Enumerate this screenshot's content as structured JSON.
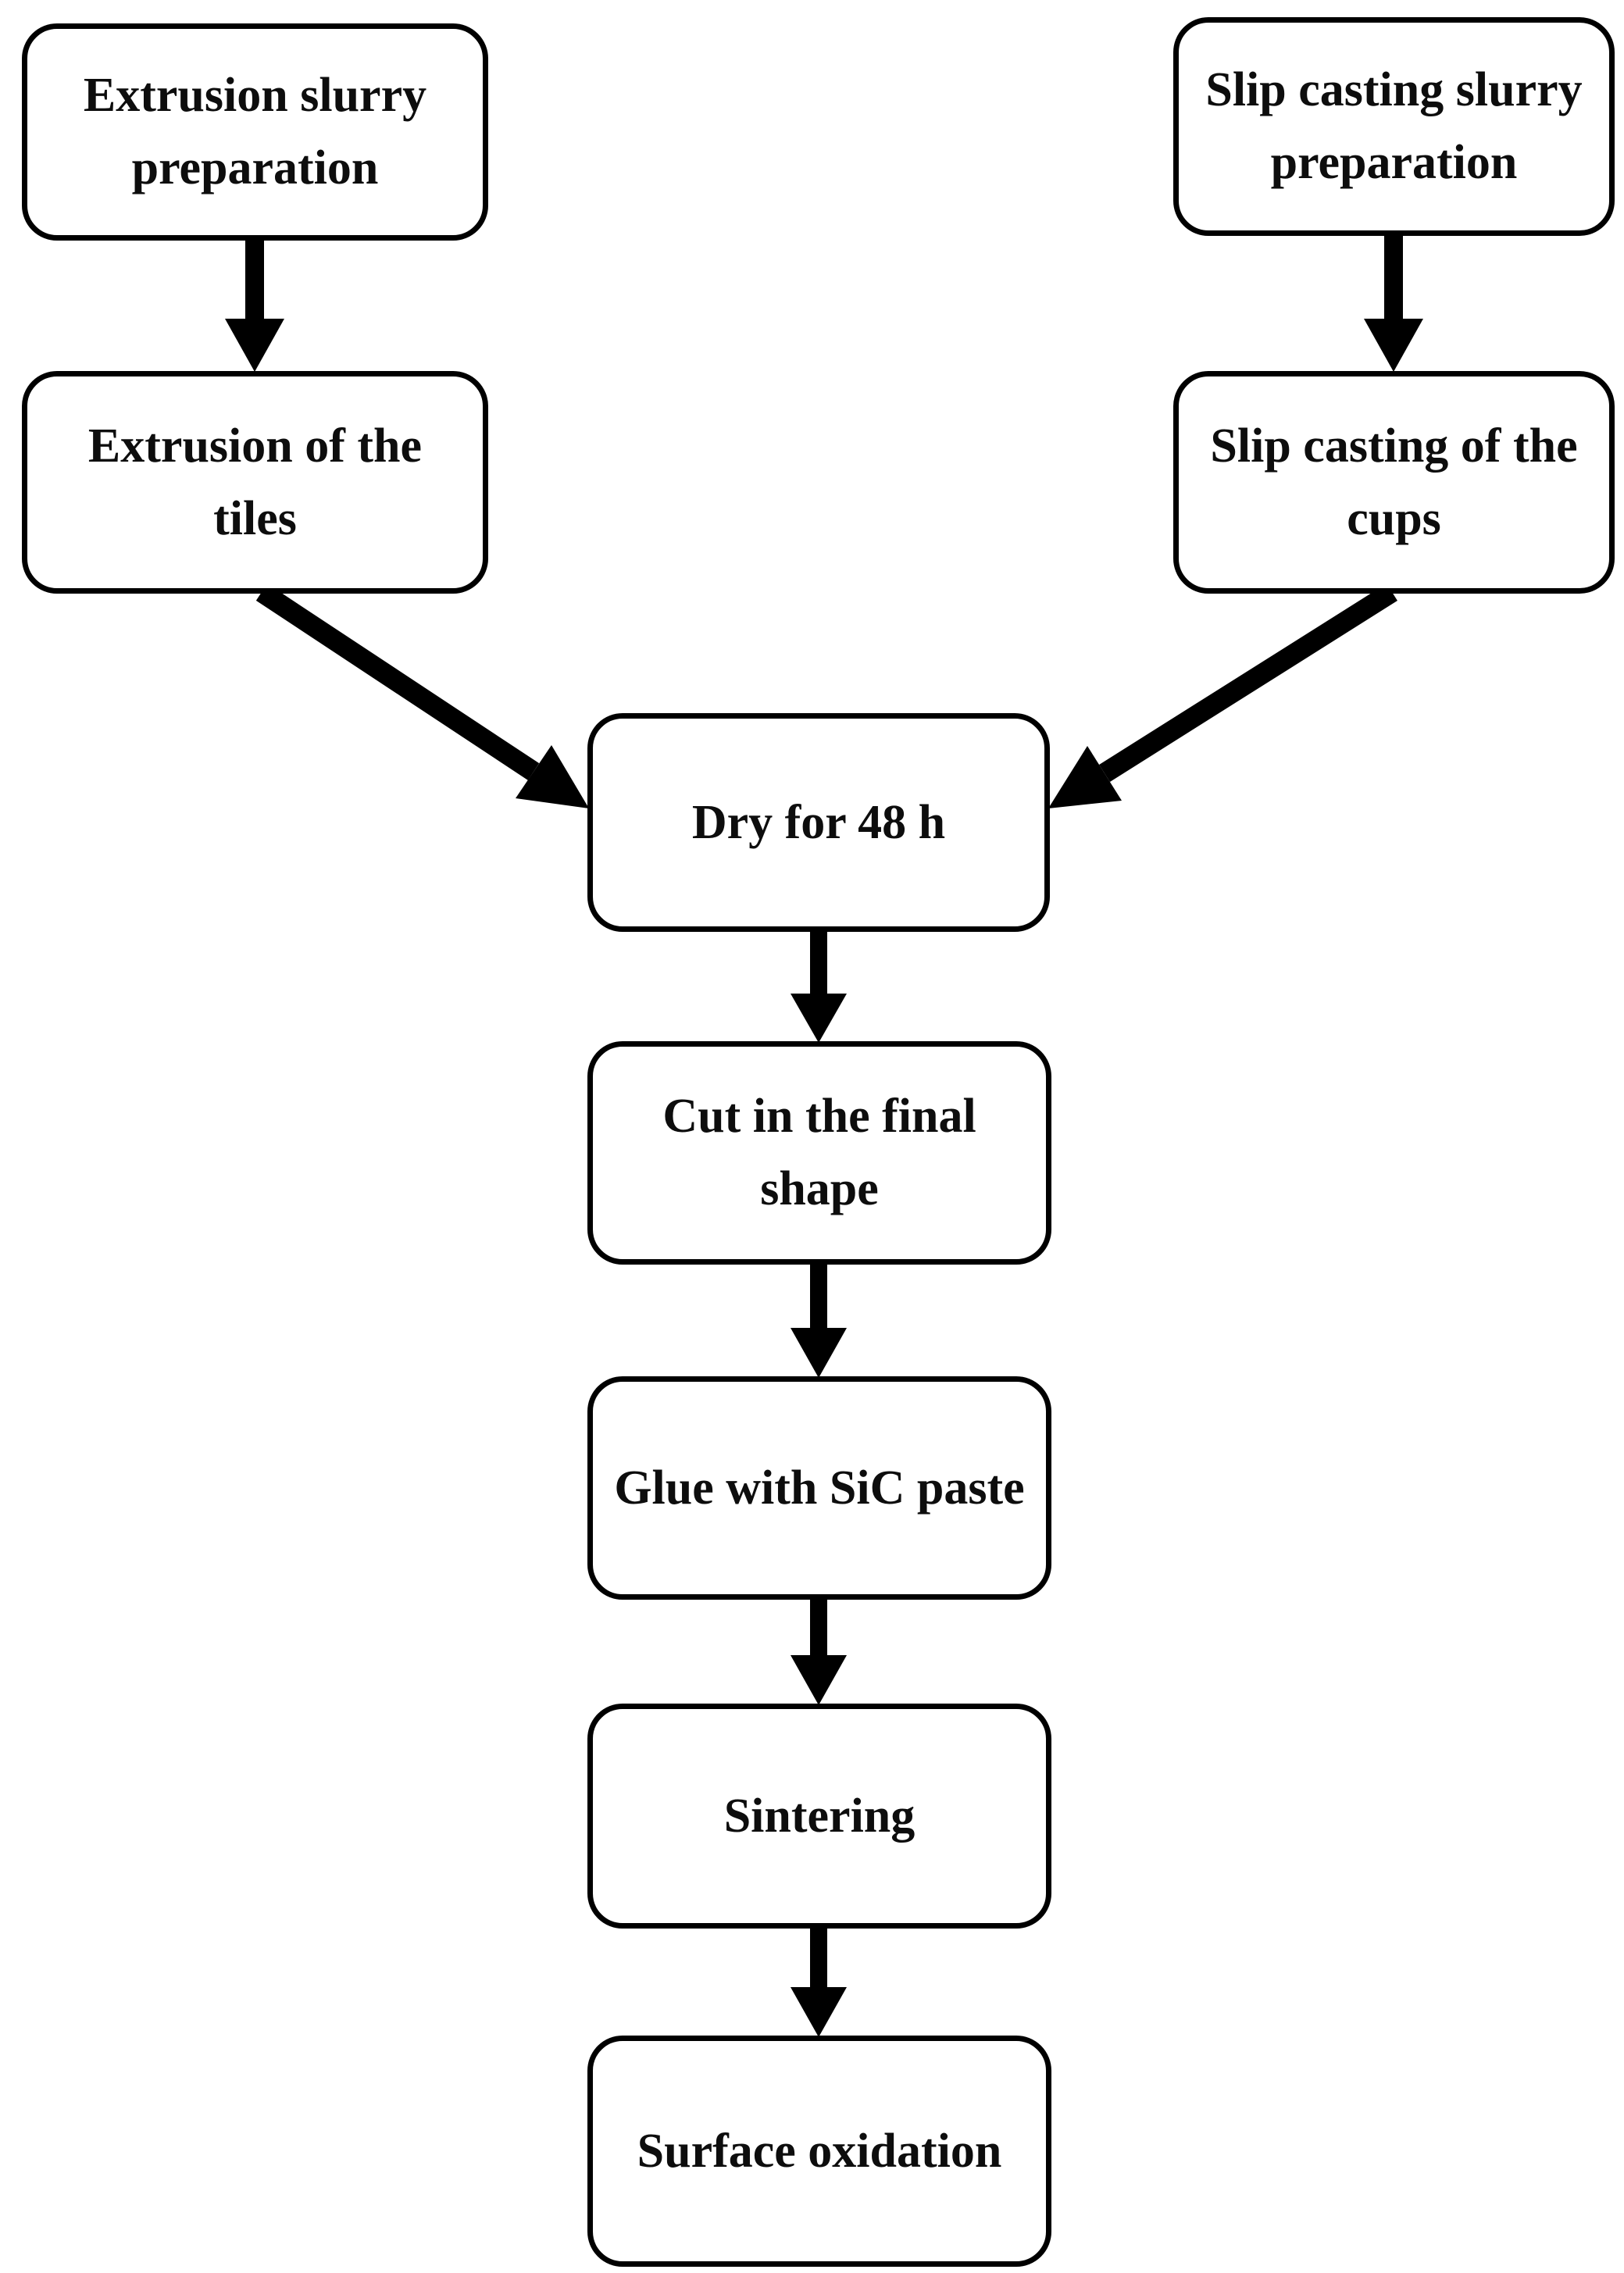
{
  "diagram": {
    "type": "flowchart",
    "colors": {
      "background": "#ffffff",
      "box_fill": "#ffffff",
      "box_border": "#000000",
      "text": "#0d0d0d",
      "arrow": "#000000"
    },
    "nodes": {
      "extrusion_slurry": {
        "label": "Extrusion slurry preparation",
        "lines": [
          "Extrusion slurry",
          "preparation"
        ]
      },
      "slip_slurry": {
        "label": "Slip casting slurry preparation",
        "lines": [
          "Slip casting slurry",
          "preparation"
        ]
      },
      "extrusion_tiles": {
        "label": "Extrusion of the tiles",
        "lines": [
          "Extrusion of the",
          "tiles"
        ]
      },
      "slip_cups": {
        "label": "Slip casting of the cups",
        "lines": [
          "Slip casting of the",
          "cups"
        ]
      },
      "dry": {
        "label": "Dry for 48 h",
        "lines": [
          "Dry for 48 h"
        ]
      },
      "cut": {
        "label": "Cut in the final shape",
        "lines": [
          "Cut in the final",
          "shape"
        ]
      },
      "glue": {
        "label": "Glue with SiC paste",
        "lines": [
          "Glue with SiC paste"
        ]
      },
      "sintering": {
        "label": "Sintering",
        "lines": [
          "Sintering"
        ]
      },
      "surface": {
        "label": "Surface oxidation",
        "lines": [
          "Surface oxidation"
        ]
      }
    },
    "edges": [
      {
        "from": "Extrusion slurry preparation",
        "to": "Extrusion of the tiles"
      },
      {
        "from": "Slip casting slurry preparation",
        "to": "Slip casting of the cups"
      },
      {
        "from": "Extrusion of the tiles",
        "to": "Dry for 48 h"
      },
      {
        "from": "Slip casting of the cups",
        "to": "Dry for 48 h"
      },
      {
        "from": "Dry for 48 h",
        "to": "Cut in the final shape"
      },
      {
        "from": "Cut in the final shape",
        "to": "Glue with SiC paste"
      },
      {
        "from": "Glue with SiC paste",
        "to": "Sintering"
      },
      {
        "from": "Sintering",
        "to": "Surface oxidation"
      }
    ]
  }
}
